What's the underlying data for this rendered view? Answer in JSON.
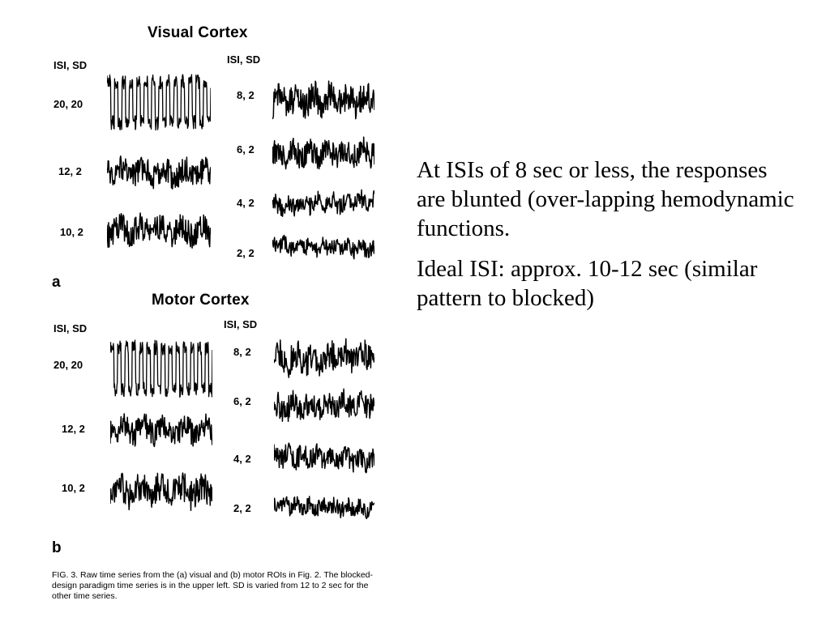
{
  "figure": {
    "panels": [
      {
        "title": "Visual Cortex",
        "letter": "a",
        "left_header": "ISI, SD",
        "right_header": "ISI, SD",
        "left_rows": [
          "20, 20",
          "12, 2",
          "10, 2"
        ],
        "right_rows": [
          "8, 2",
          "6, 2",
          "4, 2",
          "2, 2"
        ]
      },
      {
        "title": "Motor Cortex",
        "letter": "b",
        "left_header": "ISI, SD",
        "right_header": "ISI, SD",
        "left_rows": [
          "20, 20",
          "12, 2",
          "10, 2"
        ],
        "right_rows": [
          "8, 2",
          "6, 2",
          "4, 2",
          "2, 2"
        ]
      }
    ],
    "caption": "FIG. 3.  Raw time series from the (a) visual and (b) motor ROIs in Fig. 2. The blocked-design paradigm time series is in the upper left. SD is varied from 12 to 2 sec for the other time series."
  },
  "slide": {
    "paragraph1": "At ISIs of 8 sec or less, the responses are blunted (over-lapping hemodynamic functions.",
    "paragraph2": "Ideal ISI: approx. 10-12 sec (similar pattern to blocked)"
  }
}
